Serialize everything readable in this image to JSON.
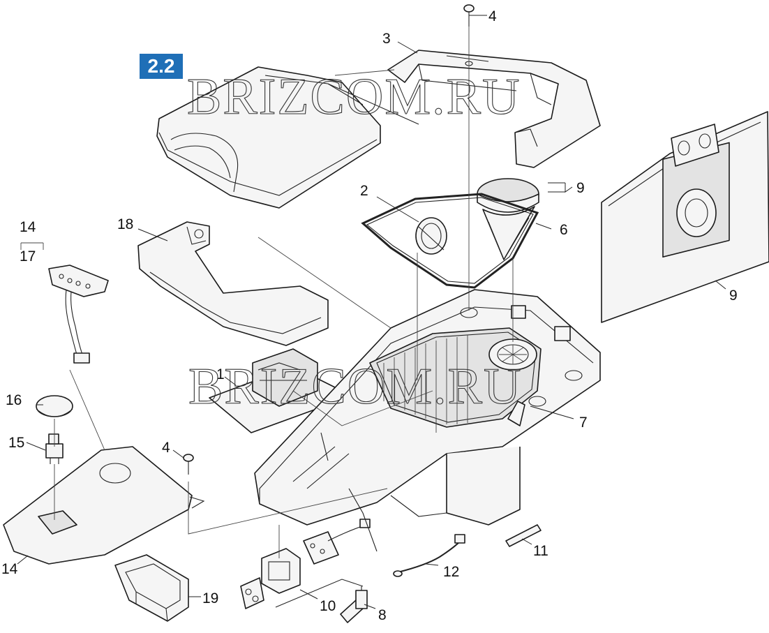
{
  "section_badge": {
    "label": "2.2",
    "color": "#1f6fb7"
  },
  "watermark": {
    "text": "BRIZCOM.RU"
  },
  "callouts": {
    "c1": "1",
    "c2": "2",
    "c3": "3",
    "c4_top": "4",
    "c4_mid": "4",
    "c6": "6",
    "c7": "7",
    "c8": "8",
    "c9_filter": "9",
    "c9_bag": "9",
    "c10": "10",
    "c11": "11",
    "c12": "12",
    "c14_top": "14",
    "c14_bottom": "14",
    "c15": "15",
    "c16": "16",
    "c17": "17",
    "c18": "18",
    "c19": "19"
  }
}
